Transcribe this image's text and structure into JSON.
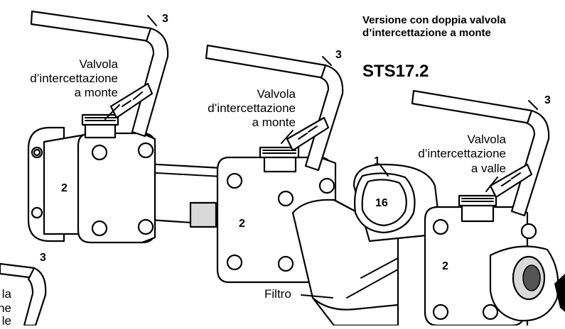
{
  "header": {
    "title_line1": "Versione con doppia valvola",
    "title_line2": "d’intercettazione a monte",
    "model": "STS17.2"
  },
  "labels": {
    "valve_left": [
      "Valvola",
      "d’intercettazione",
      "a monte"
    ],
    "valve_middle": [
      "Valvola",
      "d’intercettazione",
      "a monte"
    ],
    "valve_right": [
      "Valvola",
      "d’intercettazione",
      "a valle"
    ],
    "valve_partial": [
      "la",
      "ne",
      "le"
    ],
    "filter": "Filtro"
  },
  "callouts": {
    "handle": "3",
    "body": "2",
    "strainer": "1",
    "size": "16"
  }
}
